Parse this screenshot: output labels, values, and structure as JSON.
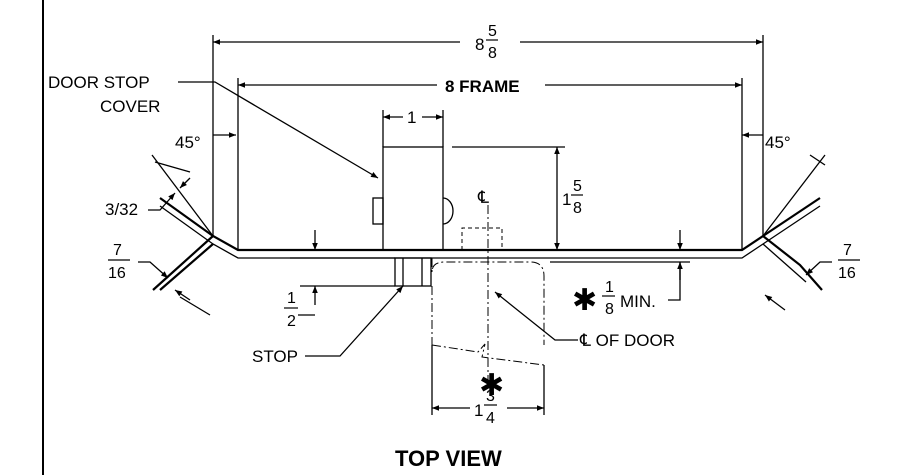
{
  "title": "TOP VIEW",
  "labels": {
    "overall_whole": "8",
    "overall_num": "5",
    "overall_den": "8",
    "frame": "8 FRAME",
    "door_stop_cover_1": "DOOR STOP",
    "door_stop_cover_2": "COVER",
    "stop_width": "1",
    "angle_left": "45°",
    "angle_right": "45°",
    "return_thk": "3/32",
    "depth_whole": "1",
    "depth_num": "5",
    "depth_den": "8",
    "left_num": "7",
    "left_den": "16",
    "right_num": "7",
    "right_den": "16",
    "stop_num": "1",
    "stop_den": "2",
    "stop": "STOP",
    "centerline": "℄",
    "clearance_star": "✱",
    "clearance_num": "1",
    "clearance_den": "8",
    "clearance_suffix": "MIN.",
    "cl_of_door": "℄ OF DOOR",
    "door_star": "✱",
    "door_whole": "1",
    "door_num": "3",
    "door_den": "4"
  }
}
